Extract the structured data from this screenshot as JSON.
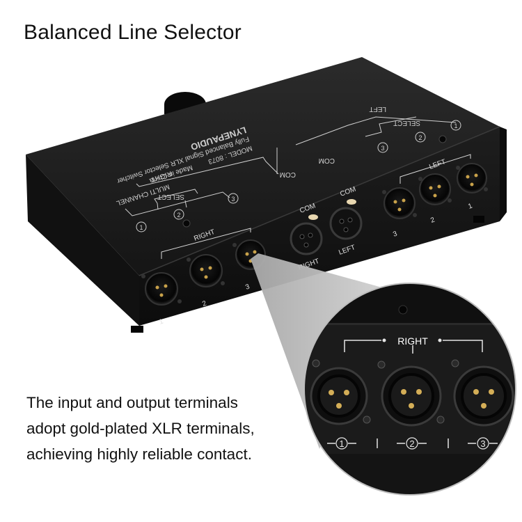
{
  "page": {
    "title": "Balanced Line Selector",
    "caption_lines": [
      "The input and output terminals",
      "adopt gold-plated XLR terminals,",
      "achieving highly reliable contact."
    ]
  },
  "device": {
    "brand": "LYNEPAUDIO",
    "product_name": "Fully Balanced Signal XLR Selector Switcher",
    "model": "MODEL : 8073",
    "origin": "Made in China",
    "multi_channel": "MULTI CHANNEL",
    "top_panel": {
      "right_label": "RIGHT",
      "left_label": "LEFT",
      "select_label": "SELECT",
      "com_label": "COM",
      "numbers": [
        "1",
        "2",
        "3"
      ]
    },
    "front_panel": {
      "right_group_label": "RIGHT",
      "left_group_label": "LEFT",
      "com_label": "COM",
      "com_right": "RIGHT",
      "com_left": "LEFT",
      "right_ports": [
        "1",
        "2",
        "3"
      ],
      "left_ports": [
        "3",
        "2",
        "1"
      ]
    }
  },
  "zoom": {
    "group_label": "RIGHT",
    "ports": [
      "1",
      "2",
      "3"
    ]
  },
  "colors": {
    "device_body": "#1a1a1a",
    "connector_gold": "#c9a24a",
    "callout_gray": "#b5b5b5",
    "text": "#111111"
  }
}
